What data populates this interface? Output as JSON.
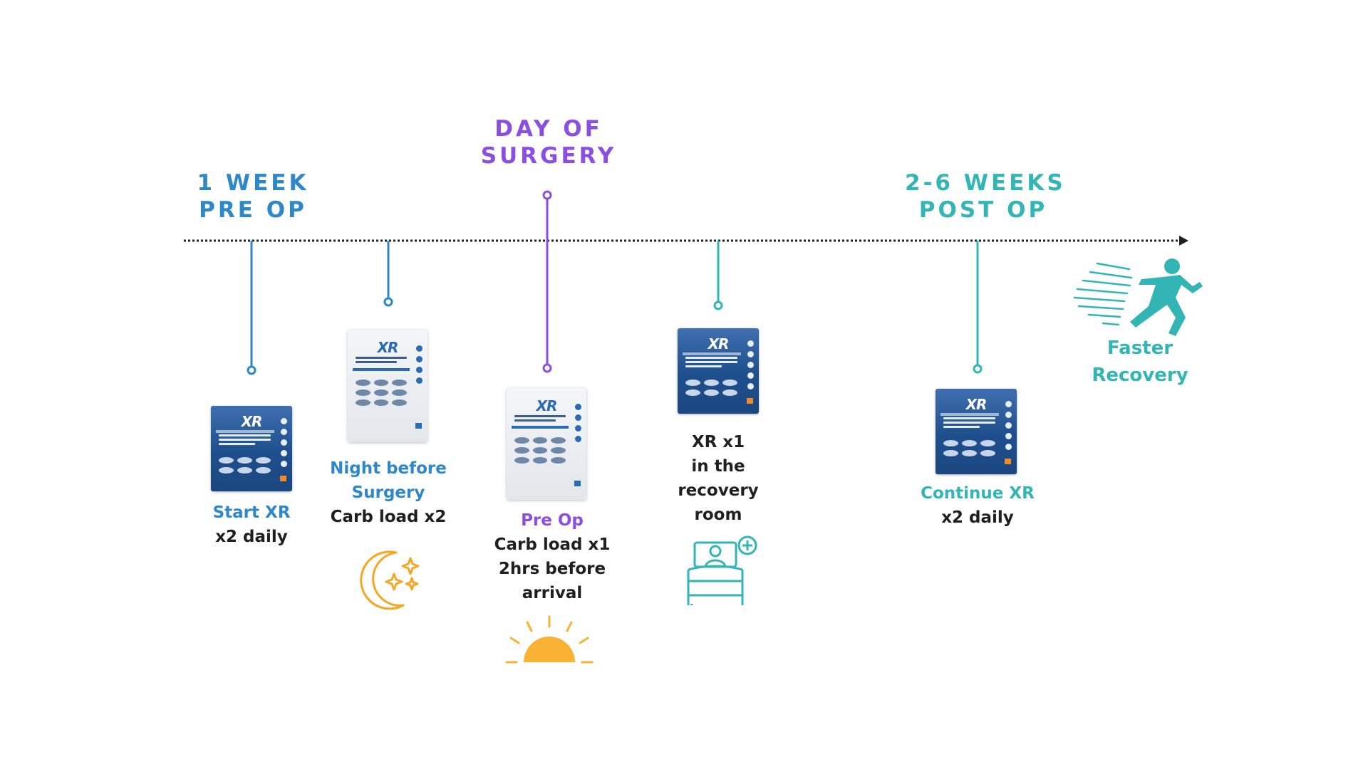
{
  "phases": {
    "pre_op": {
      "line1": "1 WEEK",
      "line2": "PRE OP"
    },
    "day_of": {
      "line1": "DAY OF",
      "line2": "SURGERY"
    },
    "post_op": {
      "line1": "2-6 WEEKS",
      "line2": "POST OP"
    }
  },
  "steps": {
    "start_xr": {
      "title": "Start XR",
      "detail": "x2 daily"
    },
    "night_before": {
      "title_line1": "Night before",
      "title_line2": "Surgery",
      "detail": "Carb load x2"
    },
    "pre_op": {
      "title": "Pre Op",
      "detail_line1": "Carb load x1",
      "detail_line2": "2hrs before",
      "detail_line3": "arrival"
    },
    "recovery_room": {
      "line1": "XR x1",
      "line2": "in the",
      "line3": "recovery",
      "line4": "room"
    },
    "continue_xr": {
      "title": "Continue XR",
      "detail": "x2 daily"
    },
    "faster_recovery": {
      "line1": "Faster",
      "line2": "Recovery"
    }
  },
  "product": {
    "logo": "XR"
  },
  "colors": {
    "blue": "#2d87c9",
    "purple": "#8a4ee3",
    "teal": "#32b5b4",
    "text": "#1f1f1f",
    "icon_orange": "#f9b233",
    "moon_orange": "#f5a623"
  },
  "icons": [
    "moon-stars-icon",
    "sunrise-icon",
    "hospital-bed-icon",
    "running-man-icon"
  ]
}
